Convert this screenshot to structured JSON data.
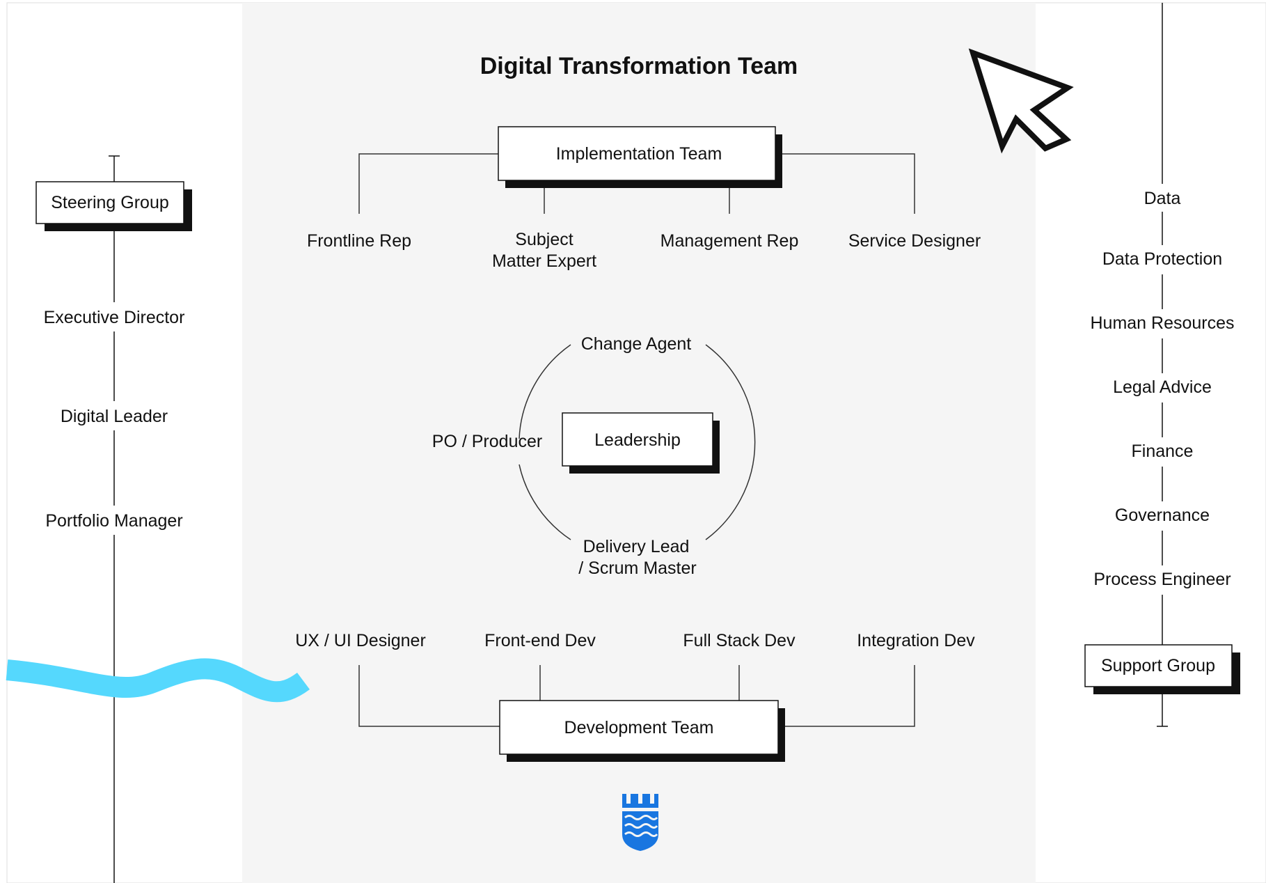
{
  "title": "Digital Transformation Team",
  "steering": {
    "box_label": "Steering Group",
    "roles": [
      "Executive Director",
      "Digital Leader",
      "Portfolio Manager"
    ]
  },
  "support": {
    "box_label": "Support Group",
    "roles": [
      "Data",
      "Data Protection",
      "Human Resources",
      "Legal Advice",
      "Finance",
      "Governance",
      "Process Engineer"
    ]
  },
  "implementation": {
    "box_label": "Implementation Team",
    "roles": {
      "frontline": "Frontline Rep",
      "sme_line1": "Subject",
      "sme_line2": "Matter Expert",
      "management": "Management Rep",
      "service": "Service Designer"
    }
  },
  "leadership": {
    "box_label": "Leadership",
    "change_agent": "Change Agent",
    "po_producer": "PO / Producer",
    "delivery_line1": "Delivery Lead",
    "delivery_line2": "/ Scrum Master"
  },
  "development": {
    "box_label": "Development Team",
    "roles": {
      "ux": "UX / UI Designer",
      "frontend": "Front-end Dev",
      "fullstack": "Full Stack Dev",
      "integration": "Integration Dev"
    }
  },
  "colors": {
    "panel": "#f5f5f5",
    "ink": "#111111",
    "wave": "#55d8fd",
    "logo": "#1976e0"
  },
  "icons": [
    "cursor-arrow-icon",
    "shield-logo-icon",
    "wave-decoration"
  ]
}
